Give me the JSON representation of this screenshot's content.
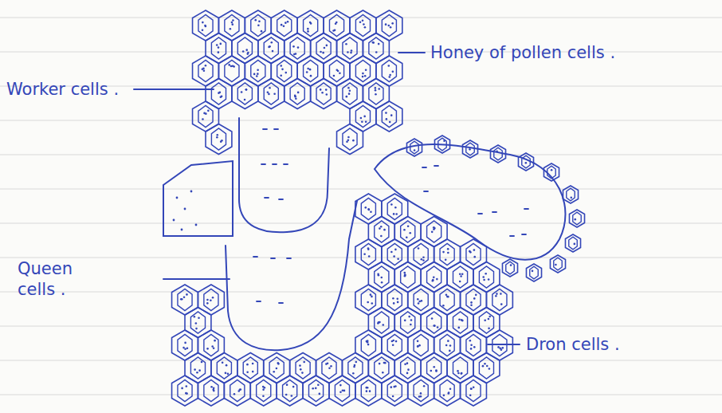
{
  "diagram": {
    "labels": [
      "Honey of pollen cells .",
      "Worker cells .",
      "Queen cells .",
      "Dron cells ."
    ]
  }
}
